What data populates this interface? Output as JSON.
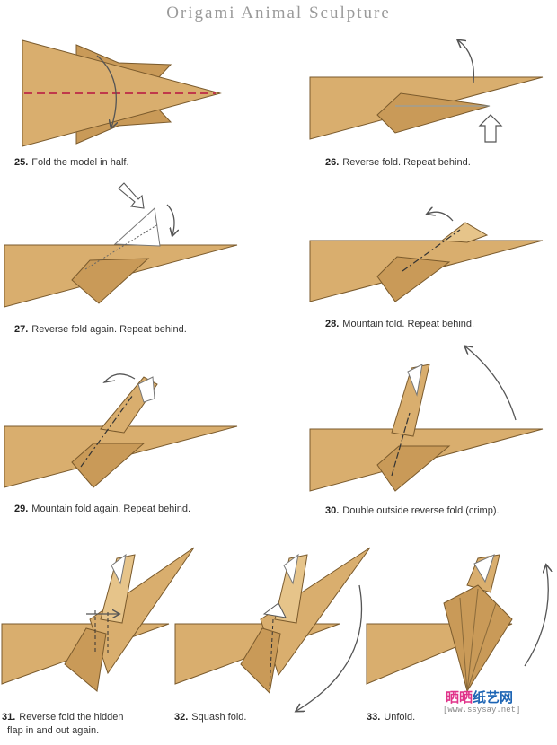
{
  "header": "Origami Animal Sculpture",
  "steps": [
    {
      "num": "25.",
      "text": "Fold the model in half."
    },
    {
      "num": "26.",
      "text": "Reverse fold. Repeat behind."
    },
    {
      "num": "27.",
      "text": "Reverse fold again. Repeat behind."
    },
    {
      "num": "28.",
      "text": "Mountain fold. Repeat behind."
    },
    {
      "num": "29.",
      "text": "Mountain fold again. Repeat behind."
    },
    {
      "num": "30.",
      "text": "Double outside reverse fold (crimp)."
    },
    {
      "num": "31.",
      "text": "Reverse fold the hidden",
      "text2": "flap in and  out again."
    },
    {
      "num": "32.",
      "text": "Squash fold."
    },
    {
      "num": "33.",
      "text": "Unfold."
    }
  ],
  "watermark": {
    "part1": "晒晒",
    "part2": "纸艺网",
    "url": "[www.ssysay.net]"
  },
  "colors": {
    "paper": "#d9ae6e",
    "edge": "#7a5a2c",
    "fold_line": "#c0394b"
  }
}
